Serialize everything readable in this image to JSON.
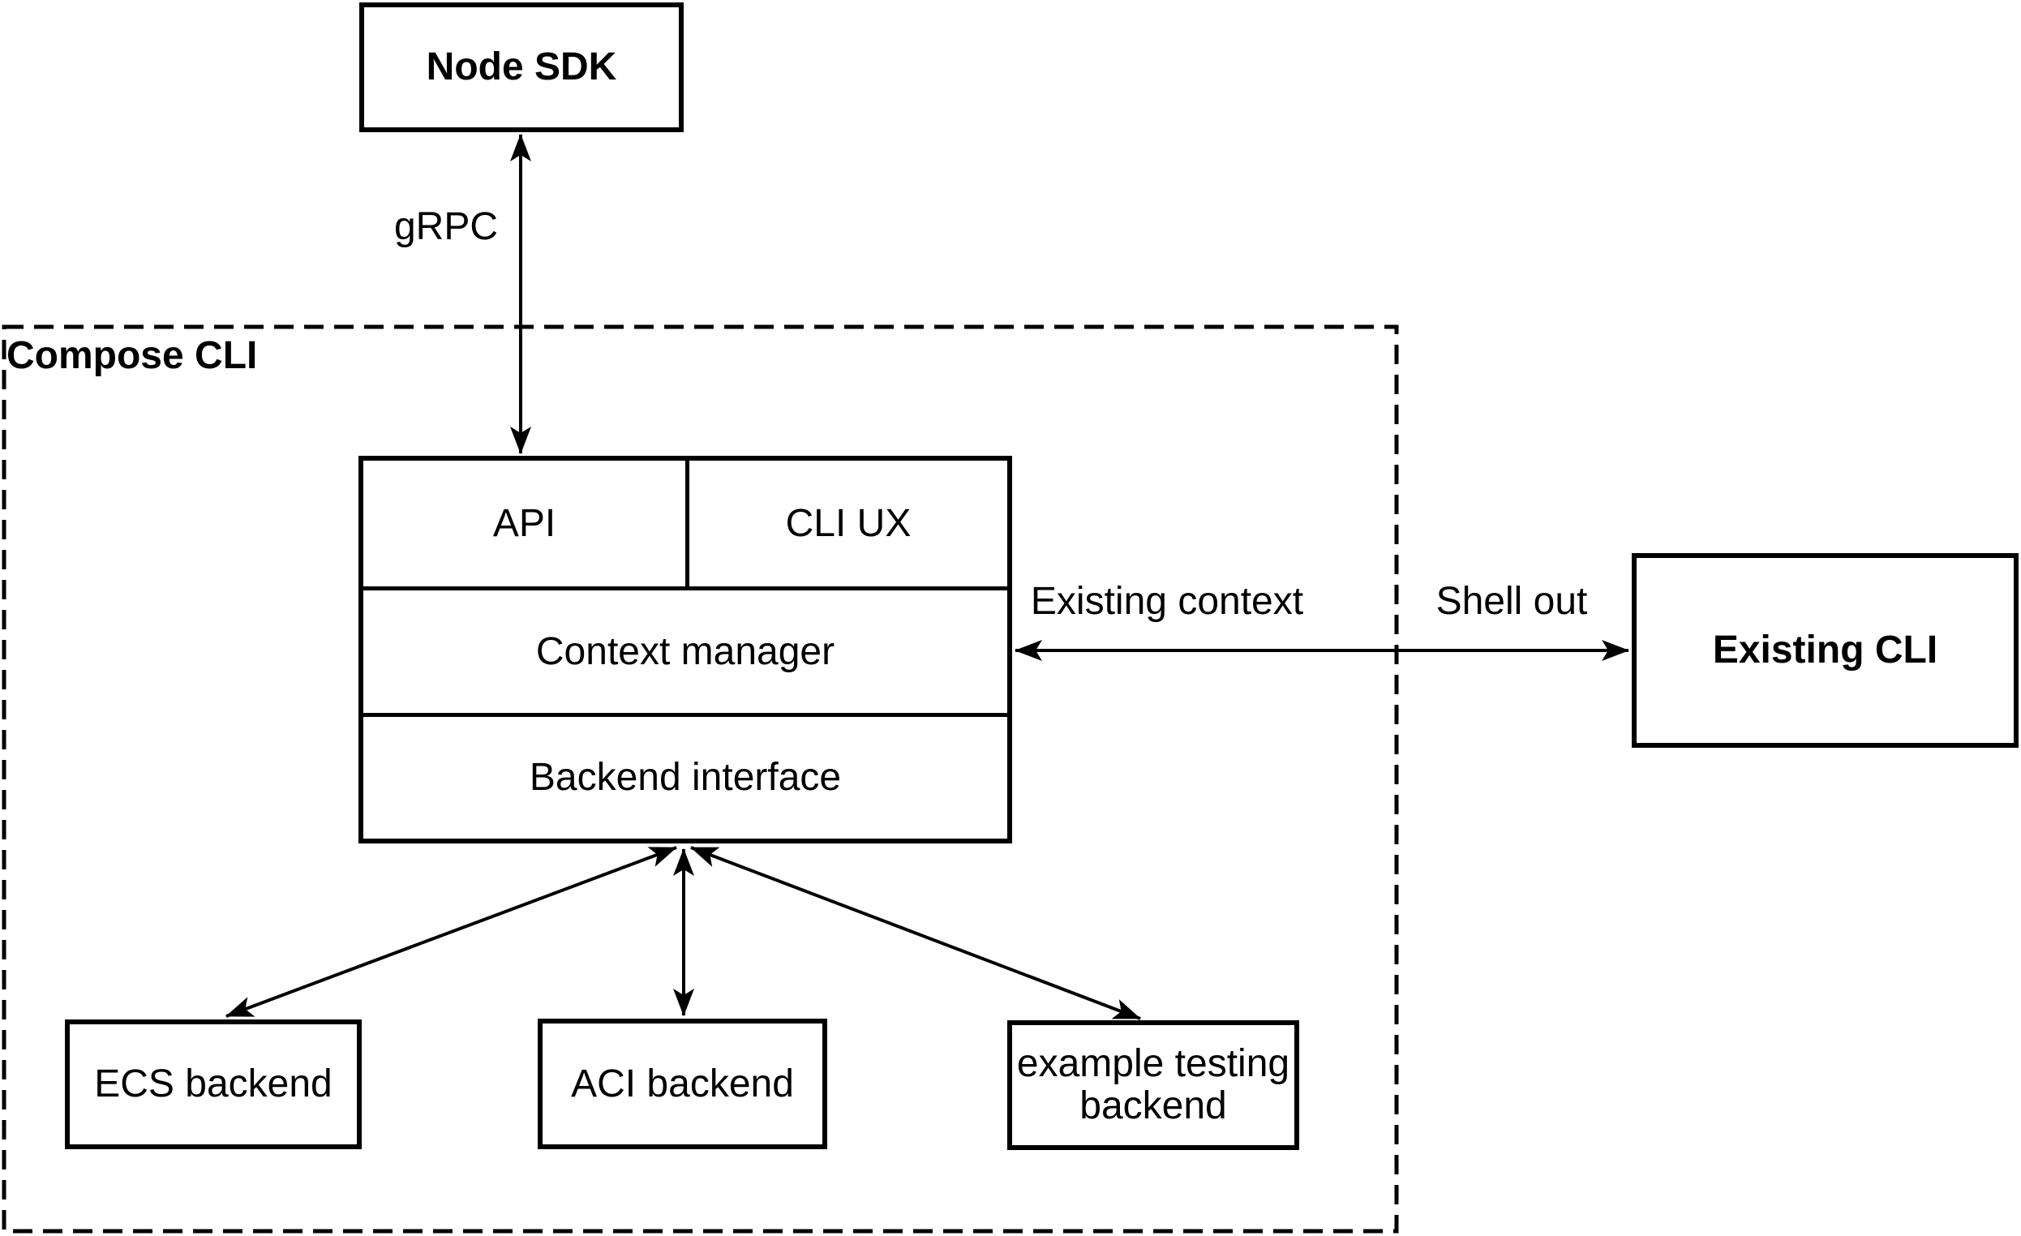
{
  "colors": {
    "background": "#ffffff",
    "stroke": "#000000"
  },
  "nodes": {
    "node_sdk": "Node SDK",
    "api": "API",
    "cli_ux": "CLI UX",
    "context_manager": "Context manager",
    "backend_interface": "Backend interface",
    "ecs_backend": "ECS backend",
    "aci_backend": "ACI backend",
    "example_testing_backend": "example testing backend",
    "existing_cli": "Existing CLI"
  },
  "groups": {
    "compose_cli": "Compose CLI"
  },
  "edge_labels": {
    "grpc": "gRPC",
    "existing_context": "Existing context",
    "shell_out": "Shell out"
  }
}
